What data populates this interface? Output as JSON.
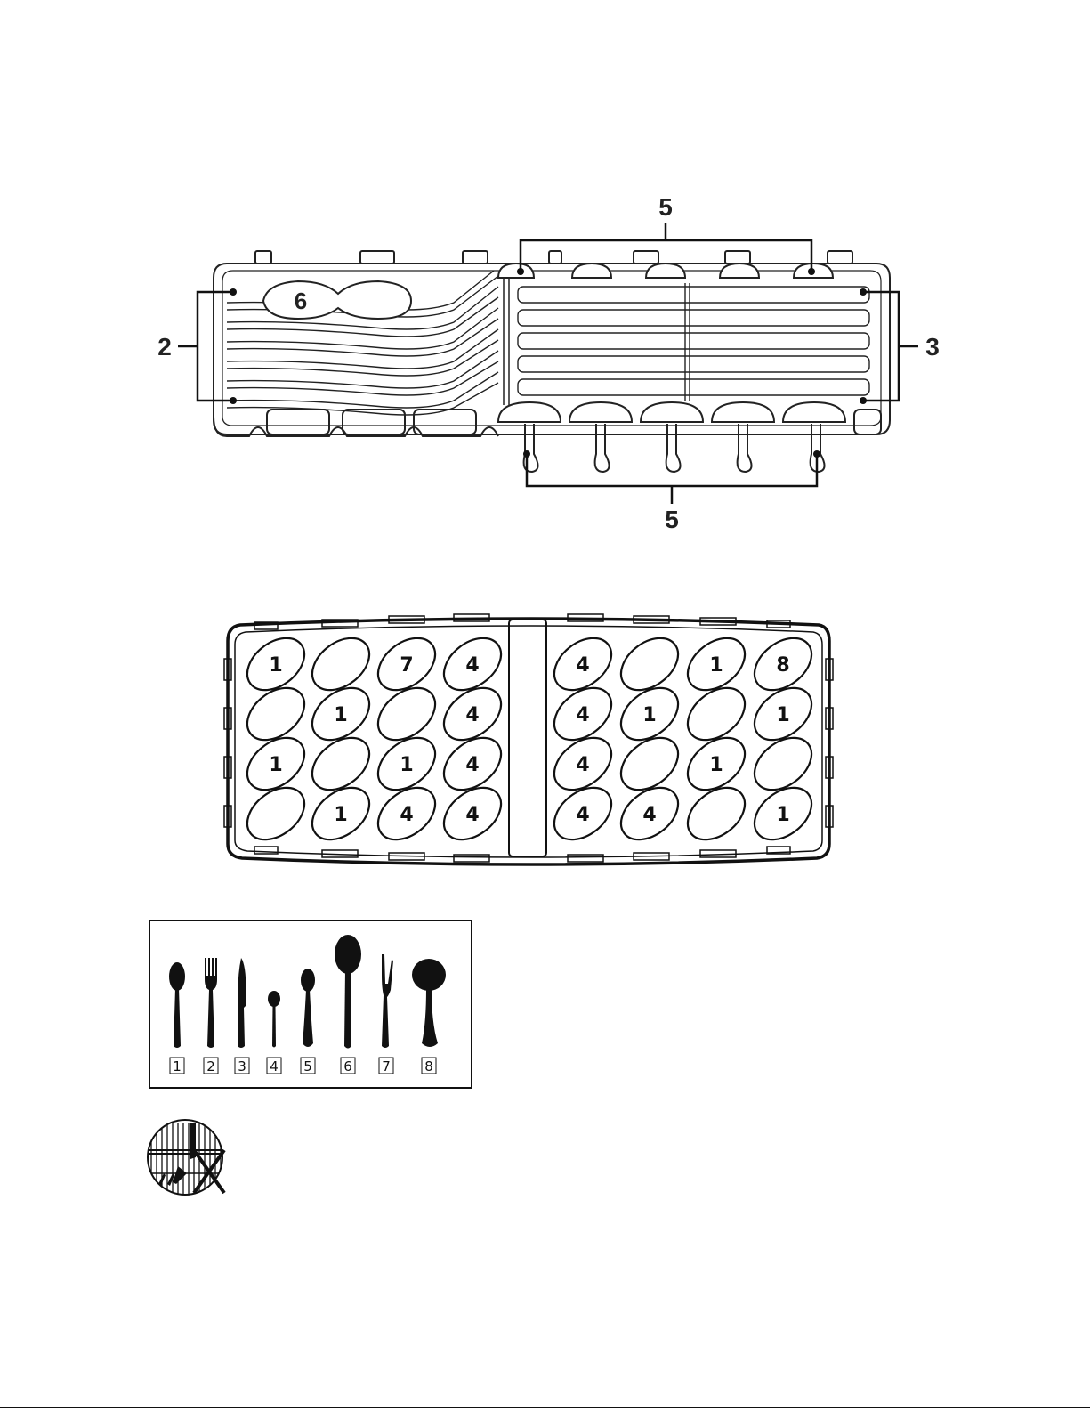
{
  "top_diagram": {
    "callouts": [
      {
        "id": "top-5",
        "text": "5"
      },
      {
        "id": "bottom-5",
        "text": "5"
      },
      {
        "id": "left-2",
        "text": "2"
      },
      {
        "id": "right-3",
        "text": "3"
      },
      {
        "id": "spoon-6",
        "text": "6"
      }
    ]
  },
  "basket": {
    "rows": [
      [
        "1",
        "",
        "7",
        "4",
        "4",
        "",
        "1",
        "8"
      ],
      [
        "",
        "1",
        "",
        "4",
        "4",
        "1",
        "",
        "1"
      ],
      [
        "1",
        "",
        "1",
        "4",
        "4",
        "",
        "1",
        ""
      ],
      [
        "",
        "1",
        "4",
        "4",
        "4",
        "4",
        "",
        "1"
      ]
    ]
  },
  "legend": {
    "items": [
      {
        "number": "1",
        "icon": "soup-spoon-icon"
      },
      {
        "number": "2",
        "icon": "fork-icon"
      },
      {
        "number": "3",
        "icon": "knife-icon"
      },
      {
        "number": "4",
        "icon": "teaspoon-icon"
      },
      {
        "number": "5",
        "icon": "dessert-spoon-icon"
      },
      {
        "number": "6",
        "icon": "serving-spoon-icon"
      },
      {
        "number": "7",
        "icon": "serving-fork-icon"
      },
      {
        "number": "8",
        "icon": "ladle-icon"
      }
    ]
  },
  "warning": {
    "icon": "no-cutlery-through-rack-icon"
  }
}
